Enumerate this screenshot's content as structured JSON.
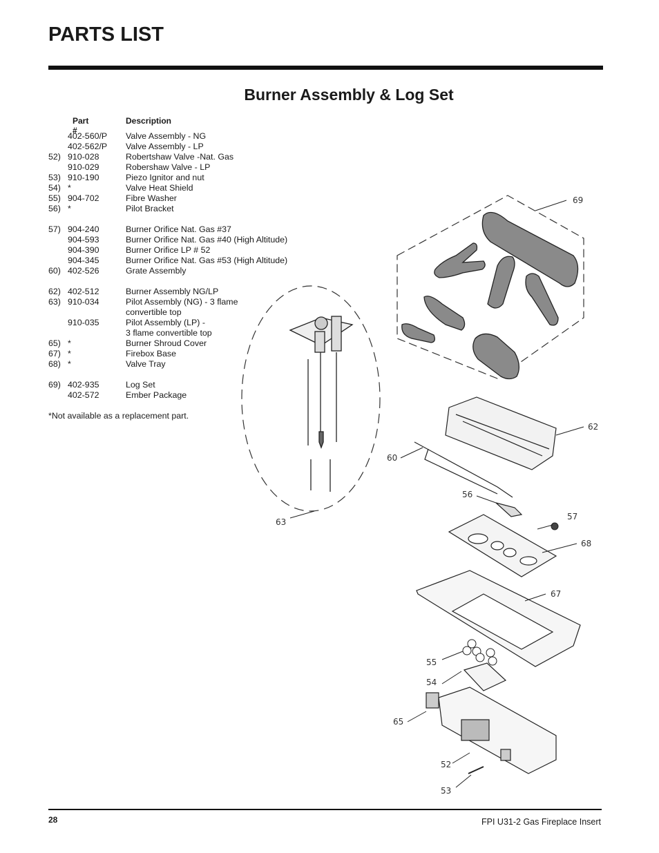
{
  "header": {
    "title": "PARTS LIST"
  },
  "section": {
    "title": "Burner Assembly & Log Set"
  },
  "table": {
    "col_part": "Part #",
    "col_desc": "Description",
    "groups": [
      [
        {
          "ref": "",
          "part": "402-560/P",
          "desc": "Valve Assembly - NG"
        },
        {
          "ref": "",
          "part": "402-562/P",
          "desc": "Valve Assembly - LP"
        },
        {
          "ref": "52)",
          "part": "910-028",
          "desc": "Robertshaw Valve -Nat. Gas"
        },
        {
          "ref": "",
          "part": "910-029",
          "desc": "Robershaw Valve - LP"
        },
        {
          "ref": "53)",
          "part": "910-190",
          "desc": "Piezo Ignitor and nut"
        },
        {
          "ref": "54)",
          "part": "*",
          "desc": "Valve Heat Shield"
        },
        {
          "ref": "55)",
          "part": "904-702",
          "desc": "Fibre Washer"
        },
        {
          "ref": "56)",
          "part": "*",
          "desc": "Pilot Bracket"
        }
      ],
      [
        {
          "ref": "57)",
          "part": "904-240",
          "desc": "Burner Orifice Nat. Gas #37"
        },
        {
          "ref": "",
          "part": "904-593",
          "desc": "Burner Orifice Nat. Gas #40 (High Altitude)"
        },
        {
          "ref": "",
          "part": "904-390",
          "desc": "Burner Orifice LP  # 52"
        },
        {
          "ref": "",
          "part": "904-345",
          "desc": "Burner Orifice Nat. Gas #53 (High Altitude)"
        },
        {
          "ref": "60)",
          "part": "402-526",
          "desc": "Grate Assembly"
        }
      ],
      [
        {
          "ref": "62)",
          "part": "402-512",
          "desc": "Burner Assembly NG/LP"
        },
        {
          "ref": "63)",
          "part": "910-034",
          "desc": "Pilot Assembly (NG) - 3 flame"
        },
        {
          "ref": "",
          "part": "",
          "desc": "convertible top"
        },
        {
          "ref": "",
          "part": "910-035",
          "desc": "Pilot Assembly (LP) -"
        },
        {
          "ref": "",
          "part": "",
          "desc": "3 flame convertible top"
        },
        {
          "ref": "65)",
          "part": "*",
          "desc": "Burner Shroud Cover"
        },
        {
          "ref": "67)",
          "part": "*",
          "desc": "Firebox Base"
        },
        {
          "ref": "68)",
          "part": "*",
          "desc": "Valve Tray"
        }
      ],
      [
        {
          "ref": "69)",
          "part": "402-935",
          "desc": "Log Set"
        },
        {
          "ref": "",
          "part": "402-572",
          "desc": "Ember Package"
        }
      ]
    ]
  },
  "note": "*Not available as a replacement part.",
  "diagram": {
    "callouts": {
      "c69": "69",
      "c62": "62",
      "c60": "60",
      "c56": "56",
      "c57": "57",
      "c63": "63",
      "c68": "68",
      "c67": "67",
      "c55": "55",
      "c54": "54",
      "c65": "65",
      "c52": "52",
      "c53": "53"
    }
  },
  "footer": {
    "page_number": "28",
    "doc_title": "FPI U31-2 Gas Fireplace Insert"
  }
}
